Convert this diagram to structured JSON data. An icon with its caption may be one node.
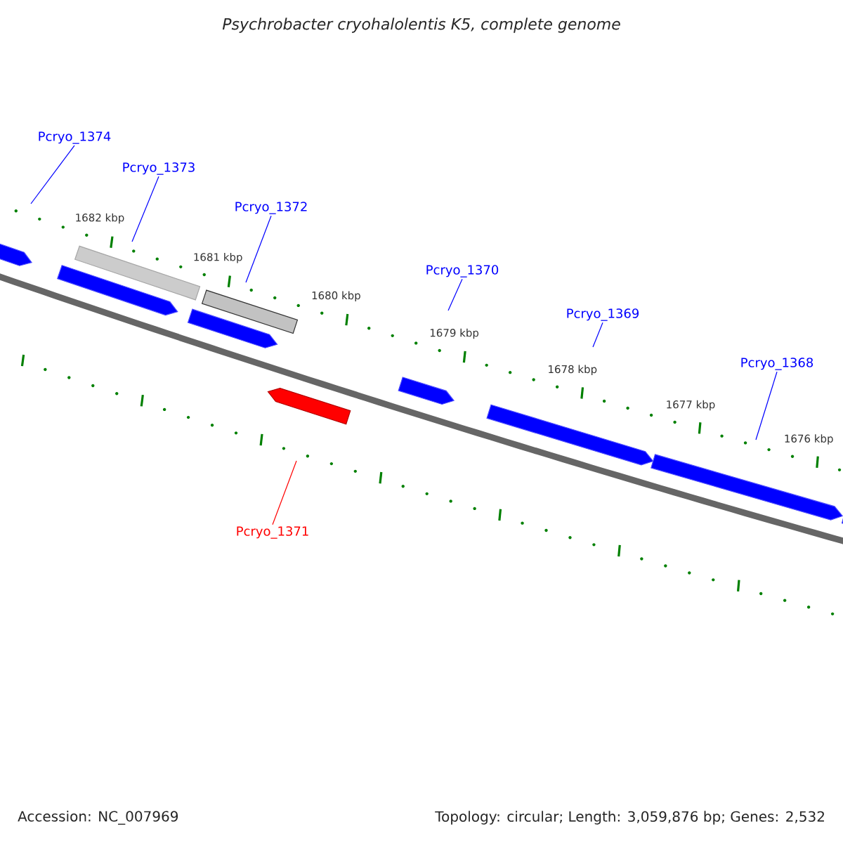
{
  "diagram": {
    "title": "Psychrobacter cryohalolentis K5, complete genome",
    "nodes": [
      {
        "text": [
          "Pcryo_1374"
        ]
      },
      {
        "text": [
          "Pcryo_1373"
        ]
      },
      {
        "text": [
          "Pcryo_1372"
        ]
      },
      {
        "text": [
          "Pcryo_1370"
        ]
      },
      {
        "text": [
          "Pcryo_1369"
        ]
      },
      {
        "text": [
          "Pcryo_1368"
        ]
      },
      {
        "text": [
          "Pcryo_1371"
        ]
      }
    ],
    "edges": [
      {
        "from": 0,
        "to": null,
        "arrow": "none"
      },
      {
        "from": 1,
        "to": null,
        "arrow": "none"
      },
      {
        "from": 2,
        "to": null,
        "arrow": "none"
      },
      {
        "from": 3,
        "to": null,
        "arrow": "none"
      },
      {
        "from": 4,
        "to": null,
        "arrow": "none"
      },
      {
        "from": 5,
        "to": null,
        "arrow": "none"
      },
      {
        "from": 6,
        "to": null,
        "arrow": "none",
        "color": "#ff0000"
      }
    ],
    "labels": [
      "1682 kbp",
      "1681 kbp",
      "1680 kbp",
      "1679 kbp",
      "1678 kbp",
      "1677 kbp",
      "1676 kbp",
      "Accession: NC_007969",
      "Topology: circular; Length: 3,059,876 bp; Genes: 2,532"
    ]
  }
}
